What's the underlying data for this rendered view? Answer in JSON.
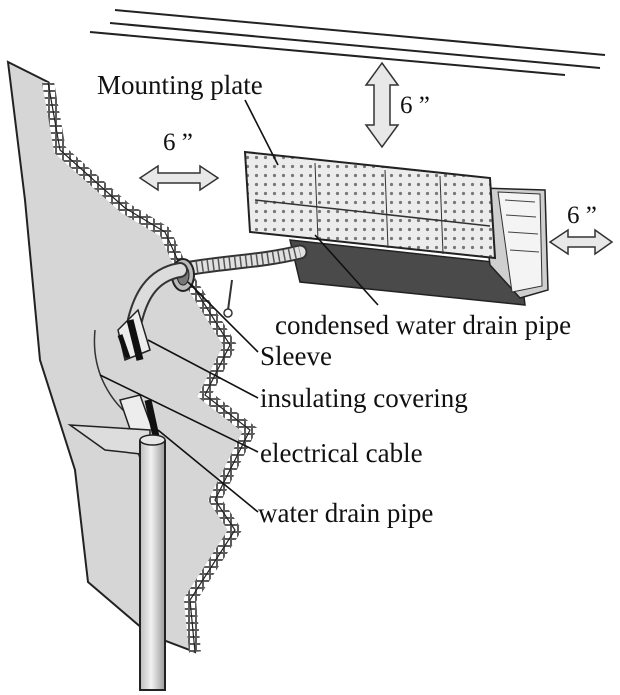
{
  "labels": {
    "mounting_plate": "Mounting plate",
    "clearance_top": "6 ”",
    "clearance_left": "6 ”",
    "clearance_right": "6 ”",
    "condensed_water_drain_pipe": "condensed water drain pipe",
    "sleeve": "Sleeve",
    "insulating_covering": "insulating covering",
    "electrical_cable": "electrical cable",
    "water_drain_pipe": "water drain pipe"
  },
  "colors": {
    "ink": "#111111",
    "wall": "#d8d8d8",
    "unit_body": "#e6e6e6",
    "unit_dark": "#555555"
  }
}
